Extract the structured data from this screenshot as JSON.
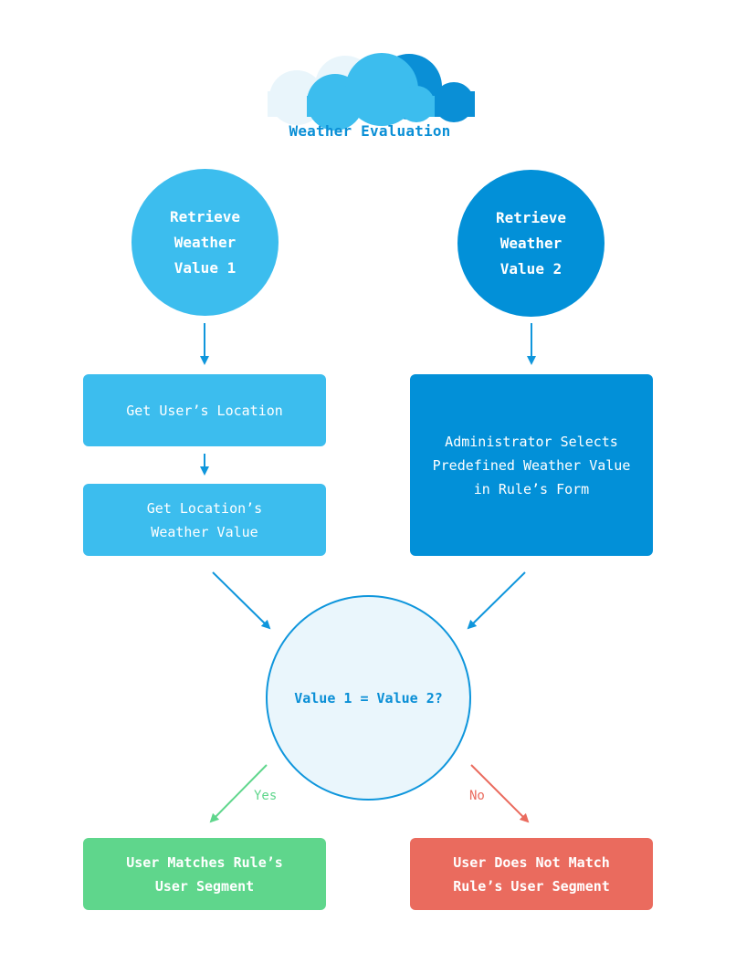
{
  "title": "Weather Evaluation",
  "nodes": {
    "value1": "Retrieve\nWeather\nValue 1",
    "value2": "Retrieve\nWeather\nValue 2",
    "get_location": "Get User’s Location",
    "get_weather": "Get Location’s\nWeather Value",
    "admin_select": "Administrator Selects\nPredefined Weather Value\nin Rule’s Form",
    "decision": "Value 1 = Value 2?",
    "match": "User Matches Rule’s\nUser Segment",
    "no_match": "User Does Not Match\nRule’s User Segment"
  },
  "edges": {
    "yes": "Yes",
    "no": "No"
  },
  "colors": {
    "light_blue": "#3cbdee",
    "dark_blue": "#0290d8",
    "decision_fill": "#eaf6fc",
    "green": "#5fd68c",
    "red": "#ea6b5e"
  },
  "icons": {
    "header": "cloud-icon"
  }
}
